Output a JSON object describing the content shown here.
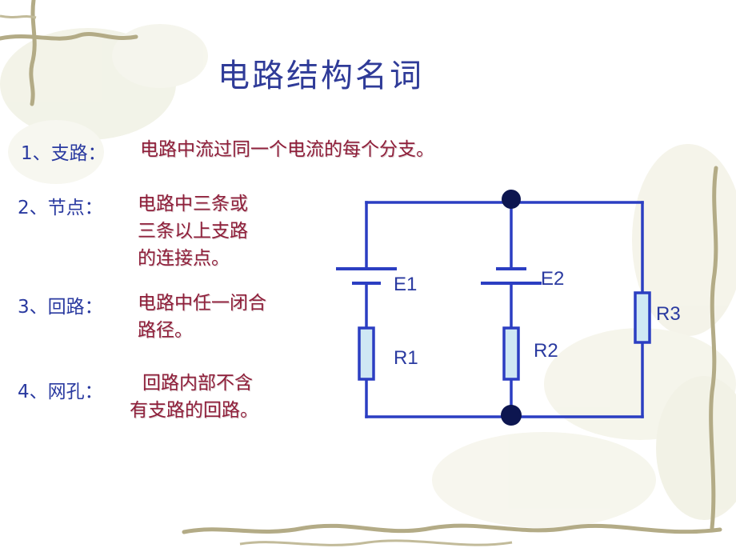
{
  "slide": {
    "title": "电路结构名词",
    "items": [
      {
        "term": "1、支路：",
        "definition": [
          "电路中流过同一个电流的每个分支。"
        ]
      },
      {
        "term": "2、节点：",
        "definition": [
          "电路中三条或",
          "三条以上支路",
          "的连接点。"
        ]
      },
      {
        "term": "3、回路：",
        "definition": [
          "电路中任一闭合",
          "路径。"
        ]
      },
      {
        "term": "4、网孔：",
        "definition": [
          "回路内部不含",
          "有支路的回路。"
        ]
      }
    ]
  },
  "circuit": {
    "labels": {
      "e1": "E1",
      "e2": "E2",
      "r1": "R1",
      "r2": "R2",
      "r3": "R3"
    },
    "colors": {
      "wire": "#2b3ec2",
      "node": "#0d1650",
      "resistor_fill": "#cfe8f4"
    }
  }
}
